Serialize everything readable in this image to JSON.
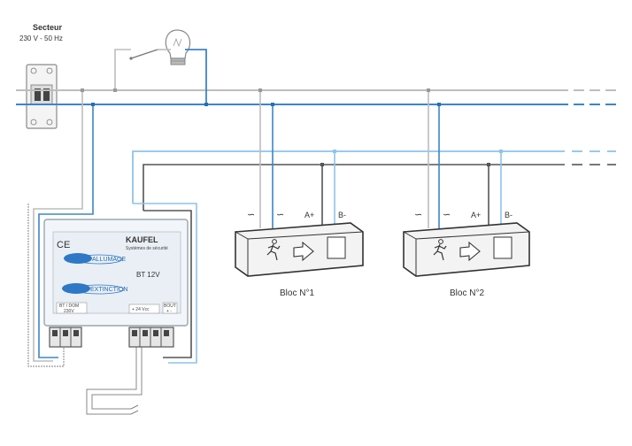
{
  "source": {
    "title": "Secteur",
    "voltage": "230 V - 50 Hz"
  },
  "phase_symbol": "∽",
  "terminals": {
    "a_plus": "A+",
    "b_minus": "B-"
  },
  "blocks": [
    {
      "label": "Bloc N°1"
    },
    {
      "label": "Bloc N°2"
    }
  ],
  "kit": {
    "ce_mark": "CE",
    "brand": "KAUFEL",
    "brand_subtitle": "Systèmes de sécurité",
    "model": "BT 12V",
    "button_1": "ALLUMAGE",
    "button_2": "EXTINCTION",
    "left_box": "BT / DOM",
    "left_box_2": "230V",
    "right_box": "+ 24 Vcc",
    "right_box_2": "BOUT",
    "right_box_3": "+ -"
  },
  "colors": {
    "gray_wire": "#bdbdbd",
    "blue_wire": "#3c85c8",
    "light_blue_wire": "#8ec3ea",
    "dark_wire": "#555555",
    "kit_blue": "#2e78c6"
  }
}
